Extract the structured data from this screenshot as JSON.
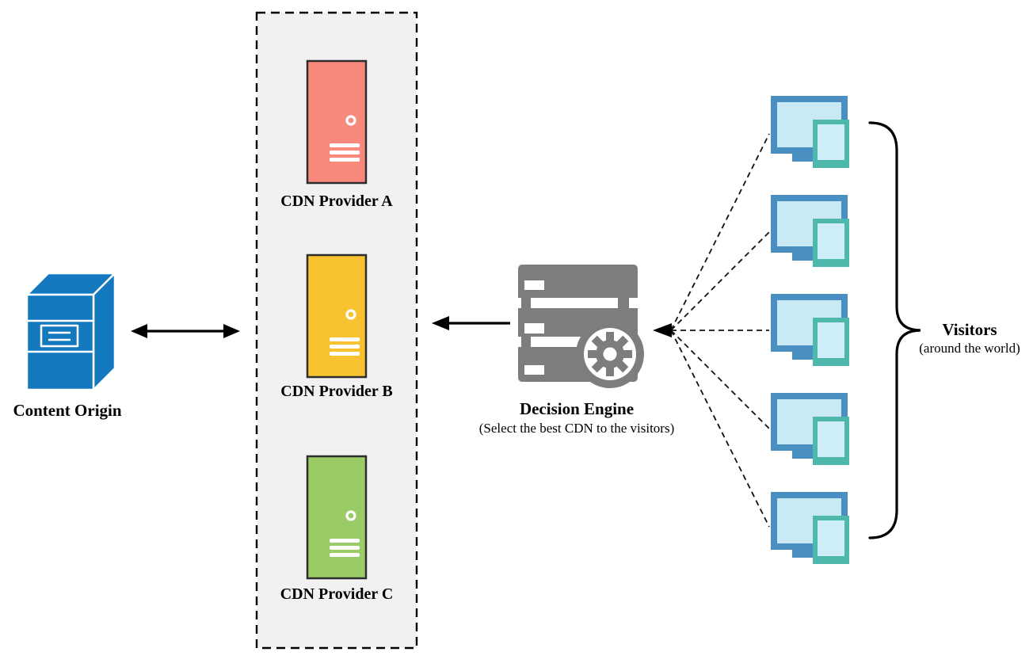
{
  "nodes": {
    "content_origin": {
      "label": "Content Origin",
      "color": "#1478be"
    },
    "cdn_providers": {
      "container_fill": "#f1f1f1",
      "items": [
        {
          "label": "CDN Provider A",
          "color": "#f9897d"
        },
        {
          "label": "CDN Provider B",
          "color": "#f8c231"
        },
        {
          "label": "CDN Provider C",
          "color": "#9bcb66"
        }
      ]
    },
    "decision_engine": {
      "label": "Decision Engine",
      "sublabel": "(Select the best CDN to the visitors)",
      "color": "#7d7d7d"
    },
    "visitors": {
      "label": "Visitors",
      "sublabel": "(around the world)",
      "count": 5,
      "monitor_frame_color": "#4a8fc2",
      "monitor_screen_color": "#c9eaf5",
      "tablet_frame_color": "#4fb8ac",
      "tablet_screen_color": "#cdeef8"
    }
  }
}
